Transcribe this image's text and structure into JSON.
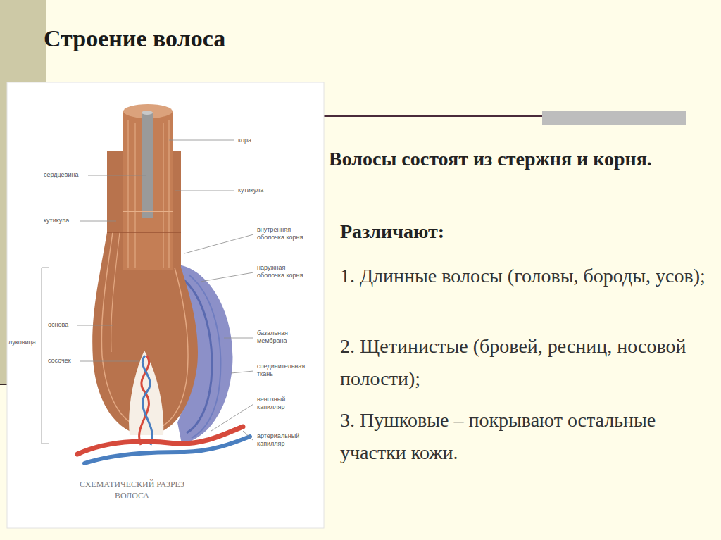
{
  "diagram": {
    "title": "Строение волоса",
    "caption": "СХЕМАТИЧЕСКИЙ РАЗРЕЗ ВОЛОСА",
    "labels": [
      "кора",
      "сердцевина",
      "кутикула",
      "кутикула",
      "внутренняя оболочка корня",
      "наружная оболочка корня",
      "основа",
      "луковица",
      "базальная мембрана",
      "сосочек",
      "соединительная ткань",
      "венозный капилляр",
      "артериальный капилляр",
      "Волосы состоят из стержня и корня.",
      "Различают:",
      "1. Длинные волосы (головы, бороды, усов);",
      "2. Щетинистые (бровей, ресниц, носовой полости);",
      "3. Пушковые – покрывают остальные участки кожи."
    ]
  }
}
